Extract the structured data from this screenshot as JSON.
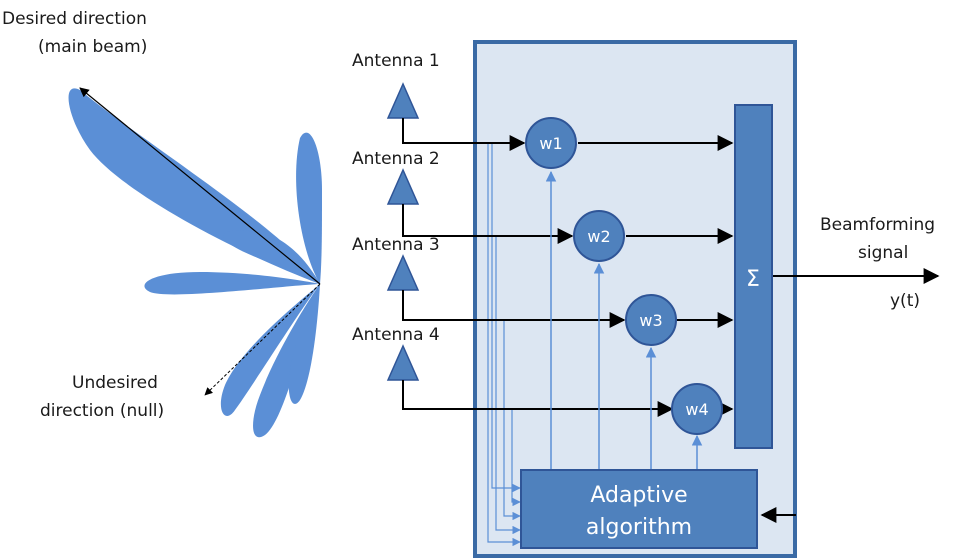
{
  "beam": {
    "desired_line1": "Desired direction",
    "desired_line2": "(main beam)",
    "undesired_line1": "Undesired",
    "undesired_line2": "direction (null)"
  },
  "antennas": [
    {
      "label": "Antenna 1"
    },
    {
      "label": "Antenna 2"
    },
    {
      "label": "Antenna 3"
    },
    {
      "label": "Antenna 4"
    }
  ],
  "weights": [
    "w1",
    "w2",
    "w3",
    "w4"
  ],
  "summer_symbol": "Σ",
  "algorithm": {
    "line1": "Adaptive",
    "line2": "algorithm"
  },
  "output": {
    "line1": "Beamforming",
    "line2": "signal",
    "line3": "y(t)"
  },
  "colors": {
    "lobe": "#5b8fd6",
    "box_fill": "#dce6f2",
    "box_stroke": "#3a6aa5",
    "block": "#4f81bd",
    "thin_line": "#5b8fd6",
    "arrow": "#000000"
  }
}
